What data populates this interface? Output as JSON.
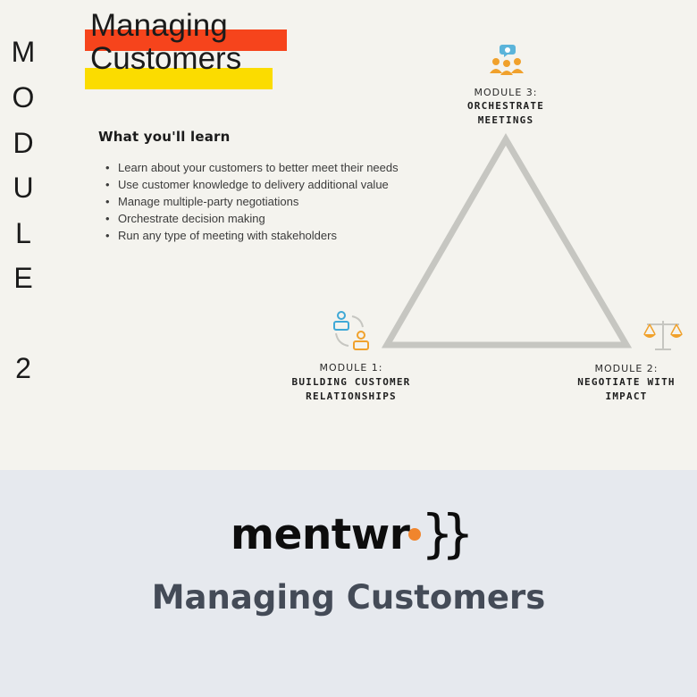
{
  "slide": {
    "vertical_label": [
      "M",
      "O",
      "D",
      "U",
      "L",
      "E",
      "2"
    ],
    "title_lines": [
      "Managing",
      "Customers"
    ],
    "learn_heading": "What you'll learn",
    "bullets": [
      "Learn about your customers to better meet their needs",
      "Use customer knowledge to delivery additional value",
      "Manage multiple-party negotiations",
      "Orchestrate decision making",
      "Run any type of meeting with stakeholders"
    ],
    "modules": [
      {
        "number": "MODULE 1:",
        "name_lines": [
          "BUILDING CUSTOMER",
          "RELATIONSHIPS"
        ],
        "icon": "relationship-icon"
      },
      {
        "number": "MODULE 2:",
        "name_lines": [
          "NEGOTIATE WITH",
          "IMPACT"
        ],
        "icon": "scales-icon"
      },
      {
        "number": "MODULE 3:",
        "name_lines": [
          "ORCHESTRATE",
          "MEETINGS"
        ],
        "icon": "meeting-group-icon"
      }
    ],
    "colors": {
      "background": "#f4f3ee",
      "title_red_bar": "#f6441c",
      "title_yellow_bar": "#fbdc00",
      "triangle": "#c6c6c1",
      "icon_orange": "#f0a12c",
      "icon_blue": "#3fa8d6"
    }
  },
  "brand": {
    "logo_text": "mentwr",
    "logo_symbol": "}}",
    "title": "Managing Customers",
    "colors": {
      "background": "#e6e9ee",
      "dot": "#f0852d",
      "title": "#444b57"
    }
  }
}
